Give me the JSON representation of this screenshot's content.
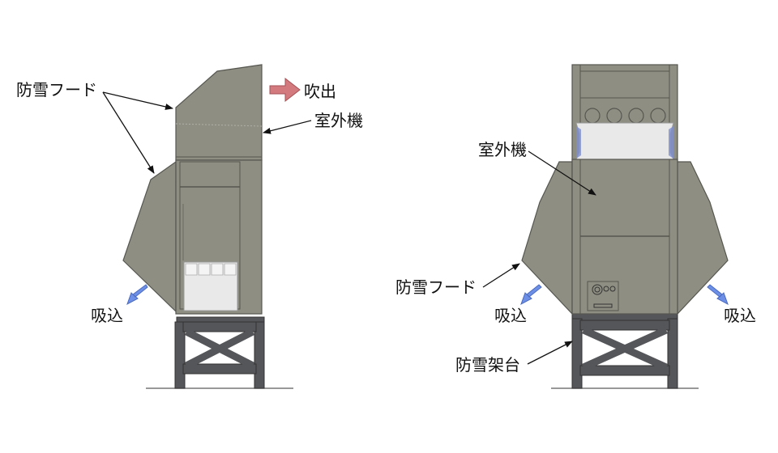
{
  "labels": {
    "hood": "防雪フード",
    "outlet": "吹出",
    "unit": "室外機",
    "inlet": "吸込",
    "stand": "防雪架台"
  },
  "colors": {
    "housing": "#8f8e82",
    "housing_edge": "#565650",
    "panel_light": "#e9e9e9",
    "stand": "#55565a",
    "stand_edge": "#333333",
    "outlet_arrow": "#d27a7e",
    "inlet_arrow": "#6e8fe6",
    "leader": "#111111"
  }
}
